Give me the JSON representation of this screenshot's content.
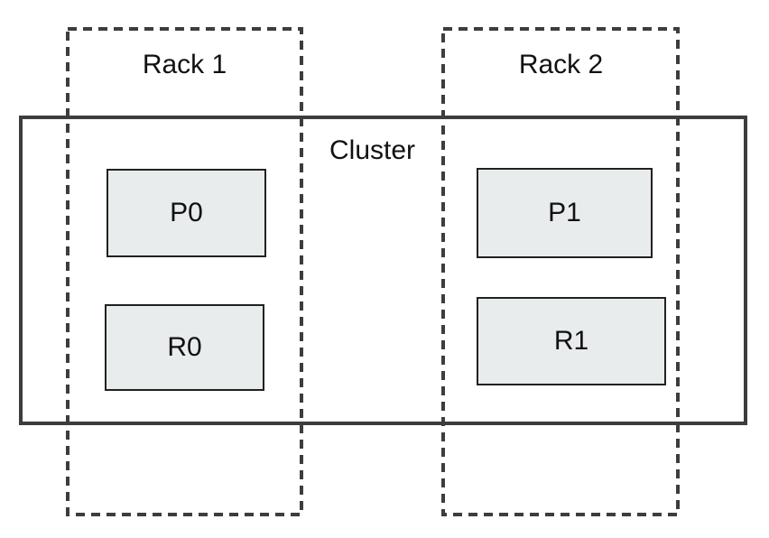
{
  "diagram": {
    "cluster": {
      "label": "Cluster"
    },
    "racks": [
      {
        "label": "Rack 1"
      },
      {
        "label": "Rack 2"
      }
    ],
    "nodes": [
      {
        "id": "p0",
        "label": "P0"
      },
      {
        "id": "r0",
        "label": "R0"
      },
      {
        "id": "p1",
        "label": "P1"
      },
      {
        "id": "r1",
        "label": "R1"
      }
    ],
    "colors": {
      "background": "#ffffff",
      "text": "#111111",
      "rack_border": "#3d3d3d",
      "cluster_border": "#3d3d3d",
      "node_fill": "#e9eced",
      "node_border": "#212121"
    }
  }
}
